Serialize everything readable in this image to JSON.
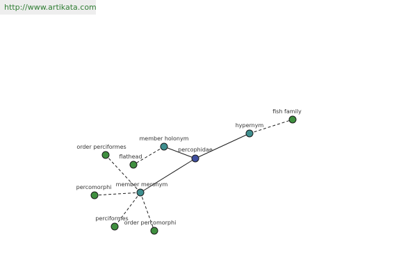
{
  "source": {
    "url": "http://www.artikata.com",
    "color": "#2e7d32"
  },
  "graph": {
    "colors": {
      "leaf": "#3f8f3f",
      "relation": "#3f8f8f",
      "center": "#3f4f9f",
      "stroke": "#1a1a1a"
    },
    "nodes": [
      {
        "id": "percophidae",
        "label": "percophidae",
        "kind": "center"
      },
      {
        "id": "hypernym",
        "label": "hypernym",
        "kind": "relation"
      },
      {
        "id": "fish-family",
        "label": "fish family",
        "kind": "leaf"
      },
      {
        "id": "member-holonym",
        "label": "member holonym",
        "kind": "relation"
      },
      {
        "id": "flathead",
        "label": "flathead",
        "kind": "leaf"
      },
      {
        "id": "member-meronym",
        "label": "member meronym",
        "kind": "relation"
      },
      {
        "id": "order-perciformes",
        "label": "order perciformes",
        "kind": "leaf"
      },
      {
        "id": "percomorphi",
        "label": "percomorphi",
        "kind": "leaf"
      },
      {
        "id": "perciformes",
        "label": "perciformes",
        "kind": "leaf"
      },
      {
        "id": "order-percomorphi",
        "label": "order percomorphi",
        "kind": "leaf"
      }
    ],
    "edges": [
      {
        "from": "percophidae",
        "to": "hypernym",
        "style": "solid"
      },
      {
        "from": "hypernym",
        "to": "fish-family",
        "style": "dashed"
      },
      {
        "from": "percophidae",
        "to": "member-holonym",
        "style": "solid"
      },
      {
        "from": "member-holonym",
        "to": "flathead",
        "style": "dashed"
      },
      {
        "from": "percophidae",
        "to": "member-meronym",
        "style": "solid"
      },
      {
        "from": "member-meronym",
        "to": "order-perciformes",
        "style": "dashed"
      },
      {
        "from": "member-meronym",
        "to": "percomorphi",
        "style": "dashed"
      },
      {
        "from": "member-meronym",
        "to": "perciformes",
        "style": "dashed"
      },
      {
        "from": "member-meronym",
        "to": "order-percomorphi",
        "style": "dashed"
      }
    ]
  }
}
